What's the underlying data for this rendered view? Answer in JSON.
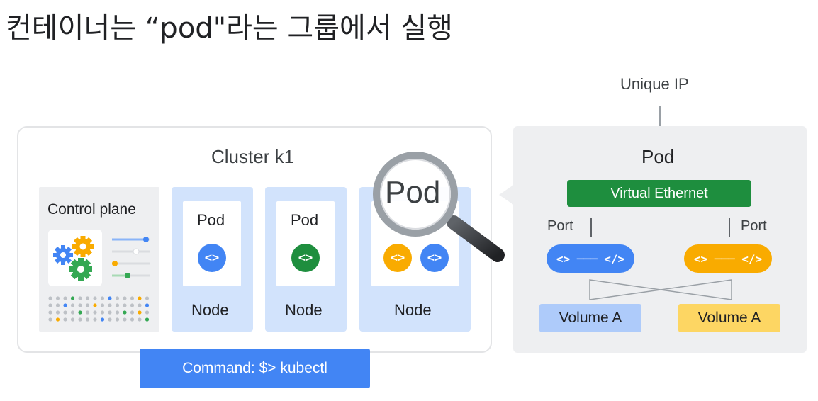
{
  "title": "컨테이너는 “pod\"라는 그룹에서 실행",
  "cluster": {
    "label": "Cluster k1",
    "control_plane": {
      "label": "Control plane"
    },
    "nodes": [
      {
        "pod_label": "Pod",
        "node_label": "Node"
      },
      {
        "pod_label": "Pod",
        "node_label": "Node"
      },
      {
        "node_label": "Node"
      }
    ],
    "magnifier_label": "Pod"
  },
  "command": "Command: $> kubectl",
  "pod_detail": {
    "unique_ip": "Unique IP",
    "title": "Pod",
    "virtual_ethernet": "Virtual Ethernet",
    "ports": [
      "Port",
      "Port"
    ],
    "volumes": [
      "Volume A",
      "Volume A"
    ]
  },
  "colors": {
    "blue": "#4285f4",
    "green": "#34a853",
    "yellow": "#f9ab00",
    "node_bg": "#d2e3fc",
    "ethernet": "#1e8e3e",
    "volume_blue": "#aecbfa",
    "volume_yellow": "#fdd663"
  }
}
